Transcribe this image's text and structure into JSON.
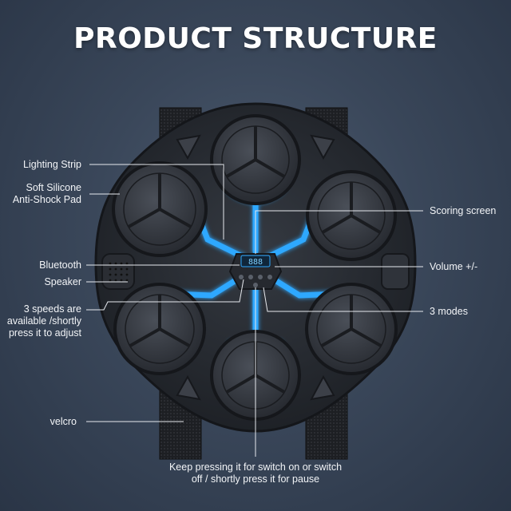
{
  "title": "PRODUCT STRUCTURE",
  "labels": {
    "lighting_strip": "Lighting Strip",
    "silicone_pad_line1": "Soft Silicone",
    "silicone_pad_line2": "Anti-Shock Pad",
    "bluetooth": "Bluetooth",
    "speaker": "Speaker",
    "speeds_line1": "3 speeds are",
    "speeds_line2": "available /shortly",
    "speeds_line3": "press it to adjust",
    "velcro": "velcro",
    "scoring_screen": "Scoring screen",
    "volume": "Volume +/-",
    "modes": "3 modes",
    "power_line1": "Keep pressing it for switch on or switch",
    "power_line2": "off / shortly press it for pause"
  },
  "colors": {
    "glow": "#2ea8ff",
    "body": "#2b2f36",
    "pad": "#3c4048"
  }
}
